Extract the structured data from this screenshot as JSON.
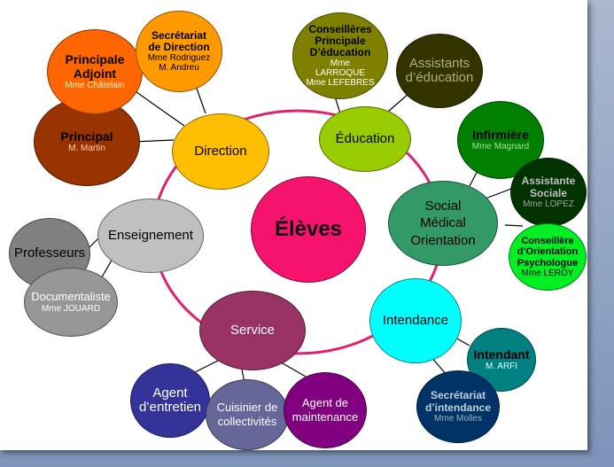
{
  "colors": {
    "ring": "#e0216f",
    "center": "#f5136e",
    "direction": "#ffbf00",
    "education": "#99cc00",
    "social": "#339966",
    "intendance": "#00ffff",
    "service": "#993366",
    "enseignement": "#c0c0c0"
  },
  "center": {
    "label": "Élèves"
  },
  "direction": {
    "label": "Direction",
    "principal": {
      "title": "Principal",
      "name": "M. Martin"
    },
    "adjoint": {
      "title": "Principale Adjoint",
      "name": "Mme Châtelain"
    },
    "secretariat": {
      "title": "Secrétariat de Direction",
      "name": "Mme Rodriguez M. Andreu"
    }
  },
  "education": {
    "label": "Éducation",
    "cpe": {
      "title": "Conseillères Principale D’éducation",
      "name": "Mme LARROQUE Mme LEFEBRES"
    },
    "assistants": {
      "title": "Assistants d’éducation"
    }
  },
  "social": {
    "label": "Social Médical Orientation",
    "infirmiere": {
      "title": "Infirmière",
      "name": "Mme Magnard"
    },
    "assistante": {
      "title": "Assistante Sociale",
      "name": "Mme LOPEZ"
    },
    "conseillere": {
      "title": "Conseillère d’Orientation Psychologue",
      "name": "Mme LEROY"
    }
  },
  "intendance": {
    "label": "Intendance",
    "intendant": {
      "title": "Intendant",
      "name": "M. ARFI"
    },
    "secretariat": {
      "title": "Secrétariat d’intendance",
      "name": "Mme Molles"
    }
  },
  "service": {
    "label": "Service",
    "entretien": {
      "title": "Agent d’entretien"
    },
    "cuisinier": {
      "title": "Cuisinier de collectivités"
    },
    "maintenance": {
      "title": "Agent de maintenance"
    }
  },
  "enseignement": {
    "label": "Enseignement",
    "professeurs": {
      "title": "Professeurs"
    },
    "documentaliste": {
      "title": "Documentaliste",
      "name": "Mme JOUARD"
    }
  }
}
